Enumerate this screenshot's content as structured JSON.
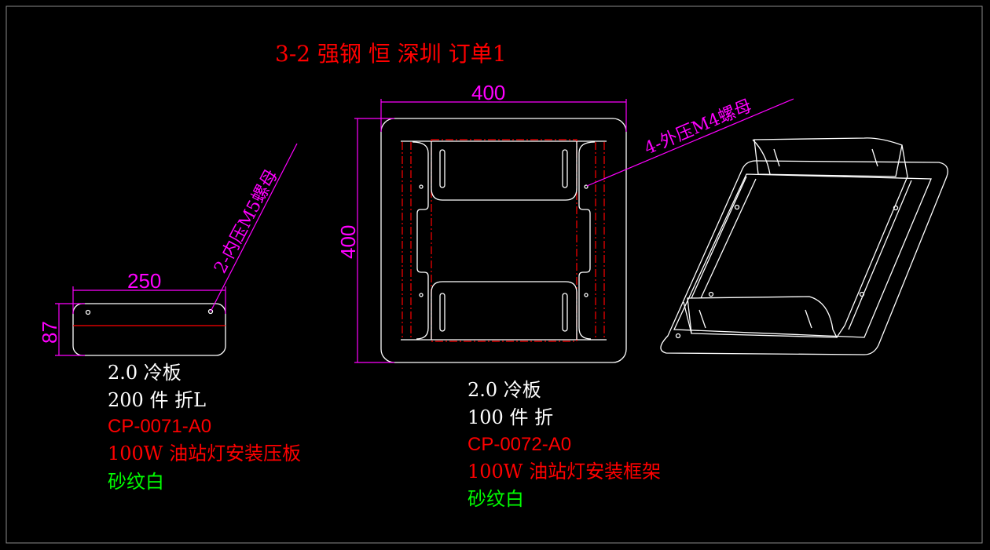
{
  "title": "3-2 强钢 恒 深圳 订单1",
  "colors": {
    "background": "#000000",
    "outline": "#ffffff",
    "dimension": "#ff00ff",
    "title": "#ff0000",
    "finish": "#00ff00"
  },
  "part_left": {
    "dim_width": "250",
    "dim_height": "87",
    "leader_note": "2-内压M5螺母",
    "notes": {
      "material": "2.0 冷板",
      "quantity": "200 件 折L",
      "part_no": "CP-0071-A0",
      "name": "100W 油站灯安装压板",
      "finish": "砂纹白"
    }
  },
  "part_middle": {
    "dim_width": "400",
    "dim_height": "400",
    "leader_note": "4-外压M4螺母",
    "notes": {
      "material": "2.0  冷板",
      "quantity": "100  件  折",
      "part_no": "CP-0072-A0",
      "name": "100W 油站灯安装框架",
      "finish": "砂纹白"
    }
  }
}
